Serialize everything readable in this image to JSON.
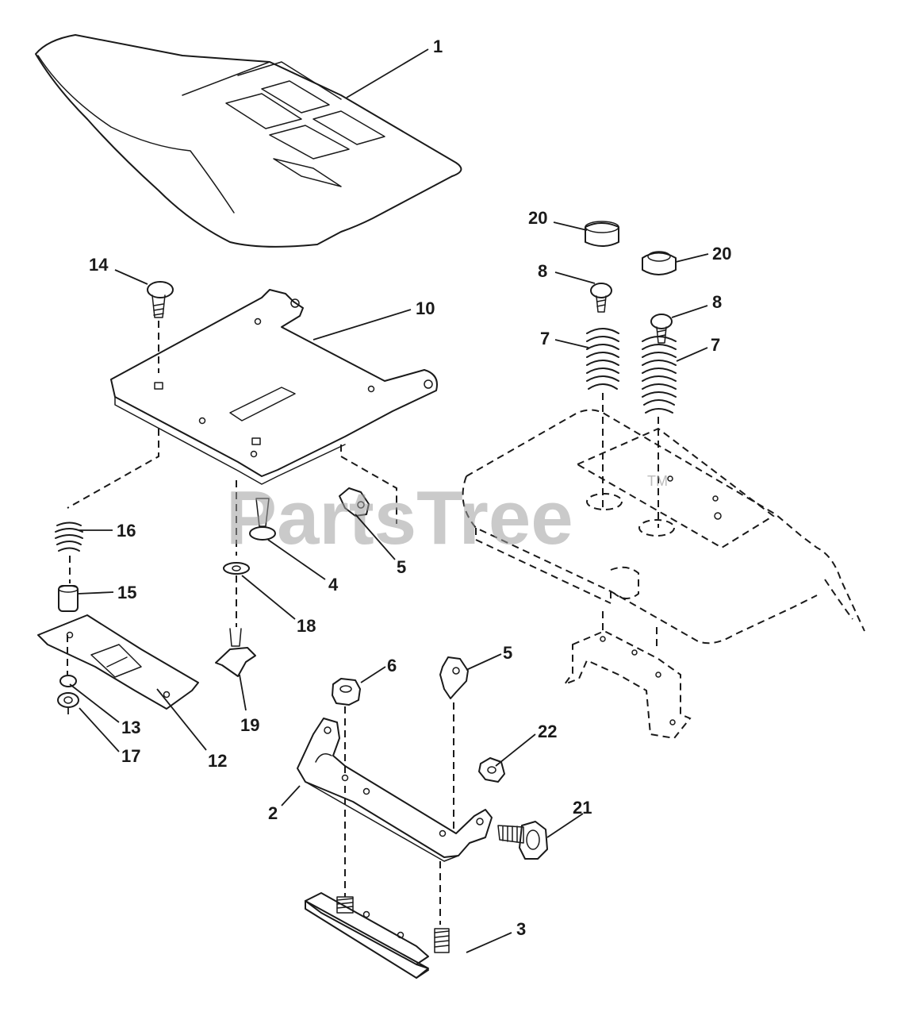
{
  "diagram": {
    "watermark": "PartsTree",
    "watermark_tm": "TM",
    "callouts": {
      "c1": "1",
      "c2": "2",
      "c3": "3",
      "c4": "4",
      "c5a": "5",
      "c5b": "5",
      "c6": "6",
      "c7a": "7",
      "c7b": "7",
      "c8a": "8",
      "c8b": "8",
      "c10": "10",
      "c12": "12",
      "c13": "13",
      "c14": "14",
      "c15": "15",
      "c16": "16",
      "c17": "17",
      "c18": "18",
      "c19": "19",
      "c20a": "20",
      "c20b": "20",
      "c21": "21",
      "c22": "22"
    }
  }
}
